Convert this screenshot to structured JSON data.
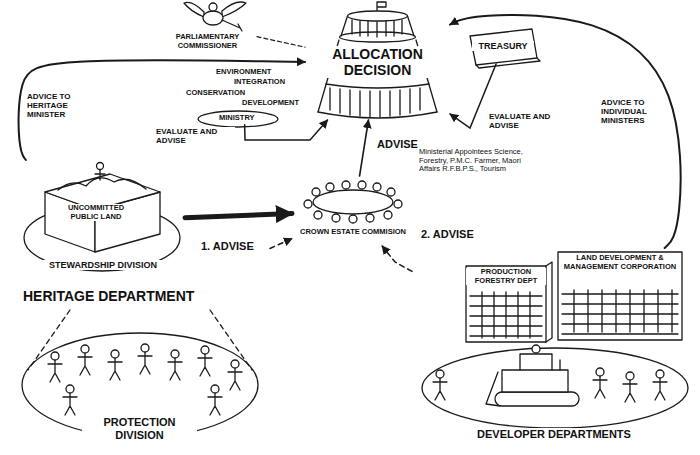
{
  "diagram": {
    "nodes": [
      {
        "text": [
          "PARLIAMENTARY COMMISSIONER"
        ]
      },
      {
        "text": [
          "ENVIRONMENT",
          "INTEGRATION",
          "CONSERVATION",
          "DEVELOPMENT",
          "MINISTRY"
        ]
      },
      {
        "text": [
          "ALLOCATION DECISION"
        ]
      },
      {
        "text": [
          "TREASURY"
        ]
      },
      {
        "text": [
          "CROWN ESTATE COMMISION",
          "Ministerial Appointees Science, Forestry, P.M.C. Farmer, Maori Affairs R.F.B.P.S., Tourism"
        ]
      },
      {
        "text": [
          "HERITAGE DEPARTMENT"
        ]
      },
      {
        "text": [
          "UNCOMMITTED PUBLIC LAND",
          "STEWARDSHIP DIVISION"
        ],
        "in": 5
      },
      {
        "text": [
          "PROTECTION DIVISION"
        ],
        "in": 5
      },
      {
        "text": [
          "DEVELOPER DEPARTMENTS"
        ]
      },
      {
        "text": [
          "PRODUCTION FORESTRY DEPT"
        ],
        "in": 8
      },
      {
        "text": [
          "LAND DEVELOPMENT & MANAGEMENT CORPORATION"
        ],
        "in": 8
      }
    ],
    "edges": [
      {
        "from": 0,
        "to": 2,
        "arrow": "none"
      },
      {
        "from": 1,
        "to": 2,
        "label": "EVALUATE AND ADVISE",
        "arrow": "to"
      },
      {
        "from": 3,
        "to": 2,
        "label": "EVALUATE AND ADVISE",
        "arrow": "to"
      },
      {
        "from": 4,
        "to": 2,
        "label": "ADVISE",
        "arrow": "to"
      },
      {
        "from": 6,
        "to": 4,
        "arrow": "to"
      },
      {
        "from": 5,
        "to": 4,
        "label": "1. ADVISE",
        "arrow": "to"
      },
      {
        "from": 8,
        "to": 4,
        "label": "2. ADVISE",
        "arrow": "to"
      },
      {
        "from": 5,
        "to": 2,
        "label": "ADVICE TO HERITAGE MINISTER",
        "arrow": "to"
      },
      {
        "from": 8,
        "to": 2,
        "label": "ADVICE TO INDIVIDUAL MINISTERS",
        "arrow": "to"
      }
    ]
  }
}
